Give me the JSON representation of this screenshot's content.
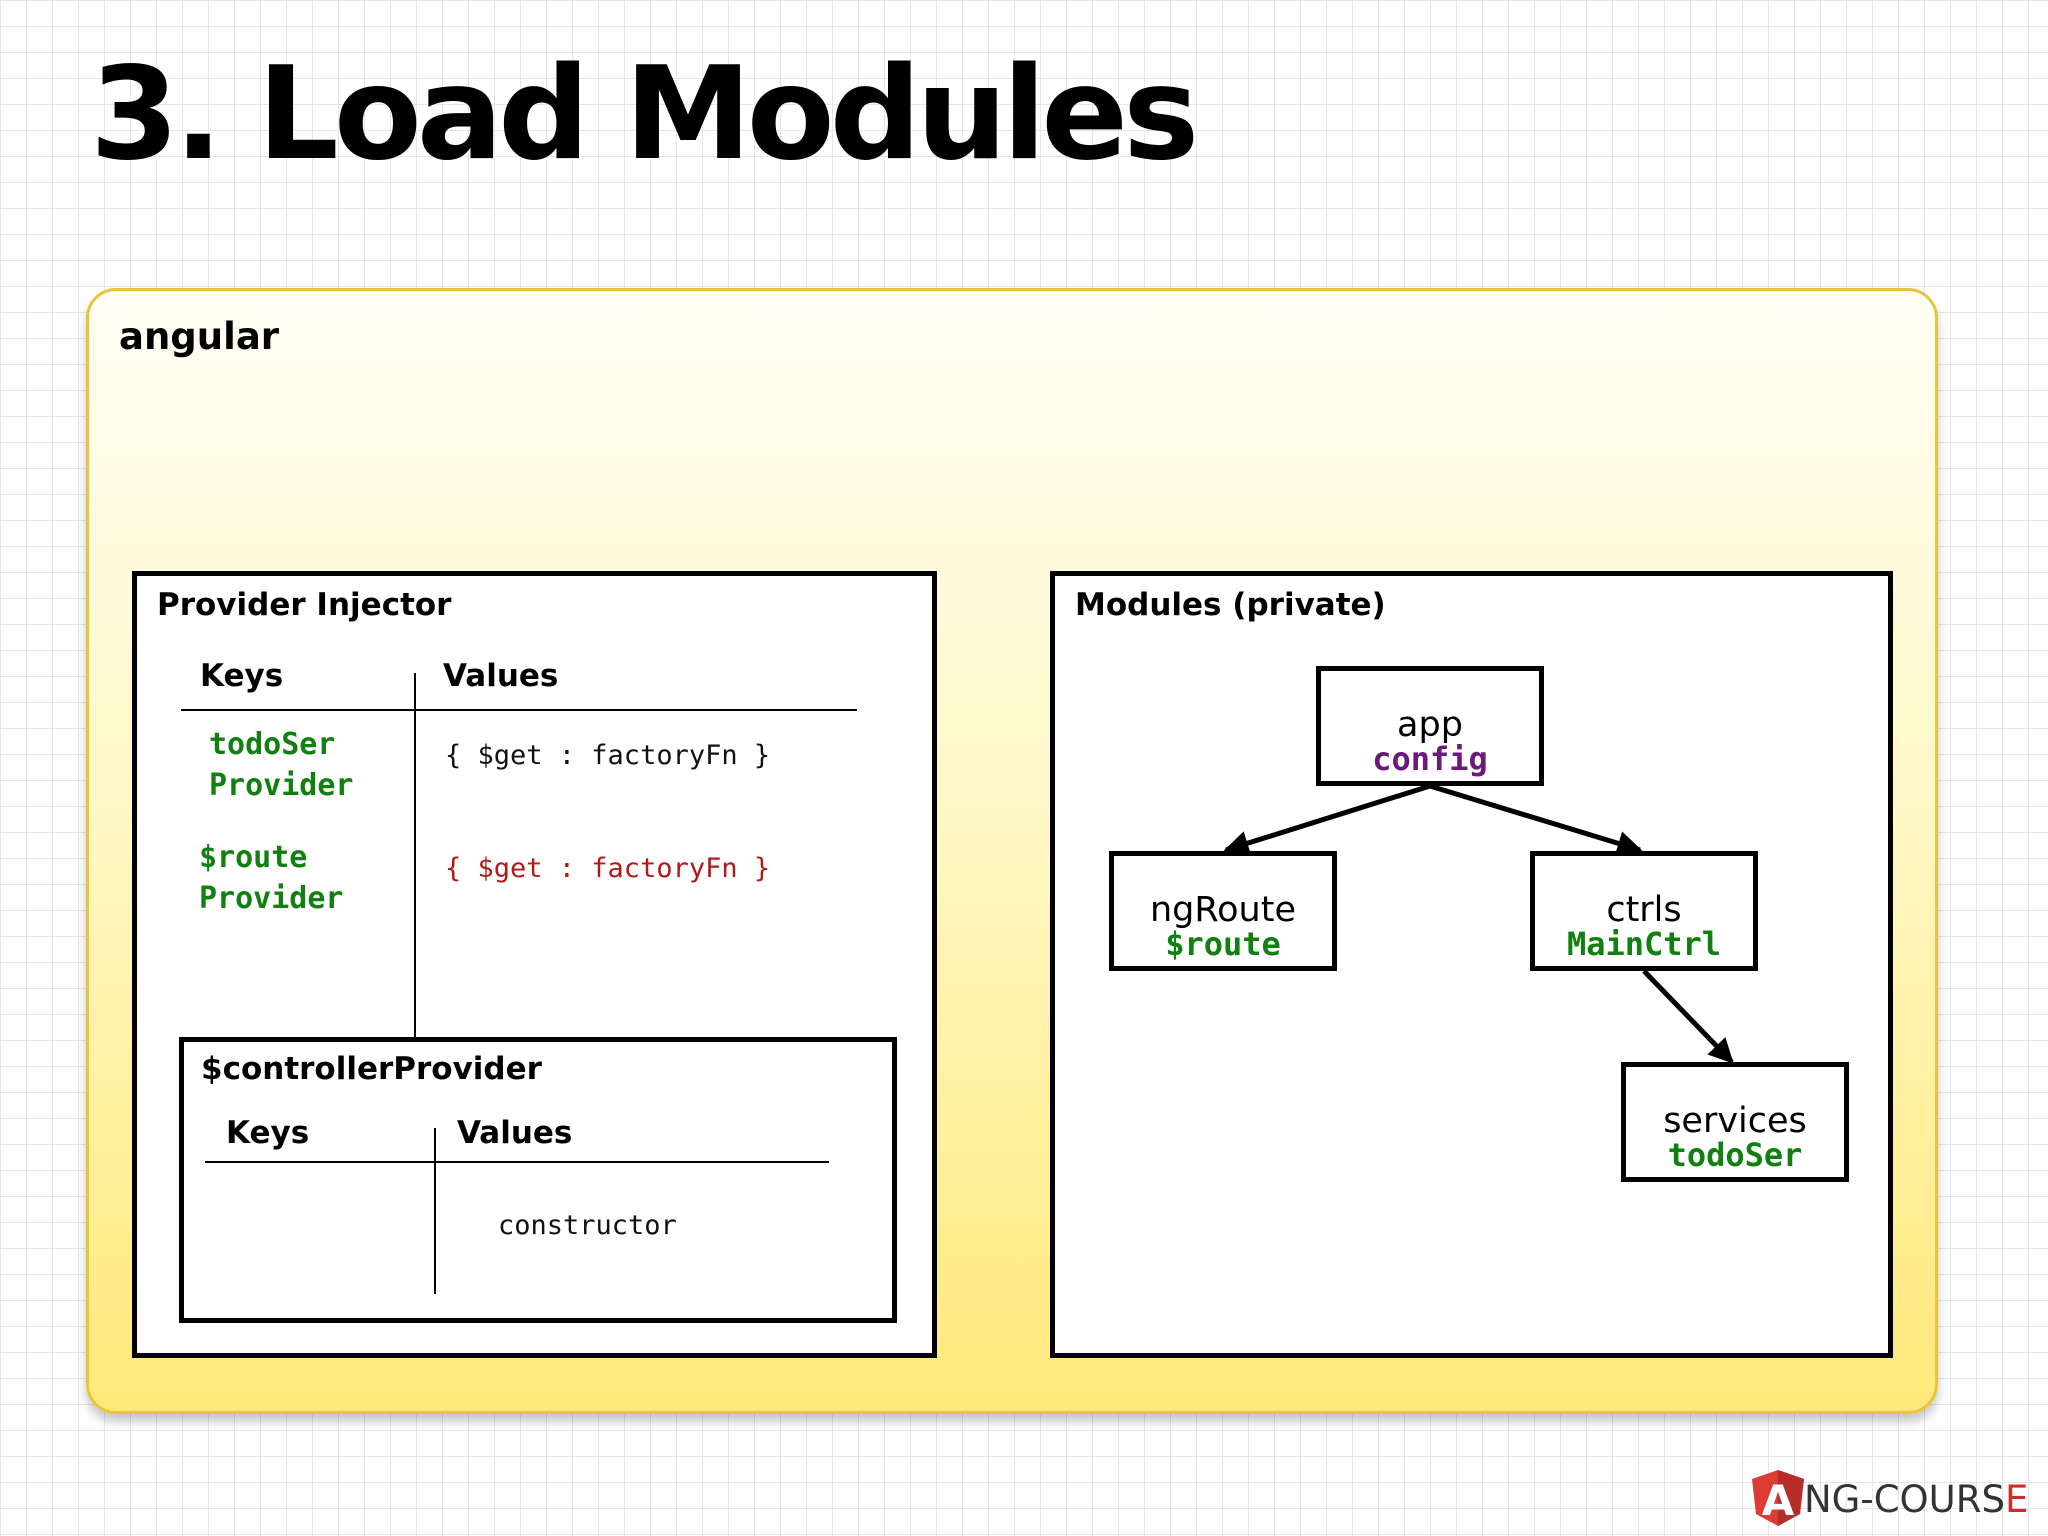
{
  "slide": {
    "title": "3. Load Modules",
    "panel_label": "angular"
  },
  "provider_injector": {
    "title": "Provider Injector",
    "keys_header": "Keys",
    "values_header": "Values",
    "rows": [
      {
        "key_line1": "todoSer",
        "key_line2": "Provider",
        "value": "{ $get : factoryFn }",
        "value_color": "#111111"
      },
      {
        "key_line1": "$route",
        "key_line2": "Provider",
        "value": "{ $get : factoryFn }",
        "value_color": "#b21a1a"
      }
    ]
  },
  "controller_provider": {
    "title": "$controllerProvider",
    "keys_header": "Keys",
    "values_header": "Values",
    "value": "constructor"
  },
  "modules": {
    "title": "Modules (private)",
    "nodes": [
      {
        "name": "app",
        "sub": "config",
        "sub_color": "#6a1a7a"
      },
      {
        "name": "ngRoute",
        "sub": "$route",
        "sub_color": "#118011"
      },
      {
        "name": "ctrls",
        "sub": "MainCtrl",
        "sub_color": "#118011"
      },
      {
        "name": "services",
        "sub": "todoSer",
        "sub_color": "#118011"
      }
    ]
  },
  "logo": {
    "mark": "A",
    "text": "NG-COURS",
    "text_last": "E"
  }
}
